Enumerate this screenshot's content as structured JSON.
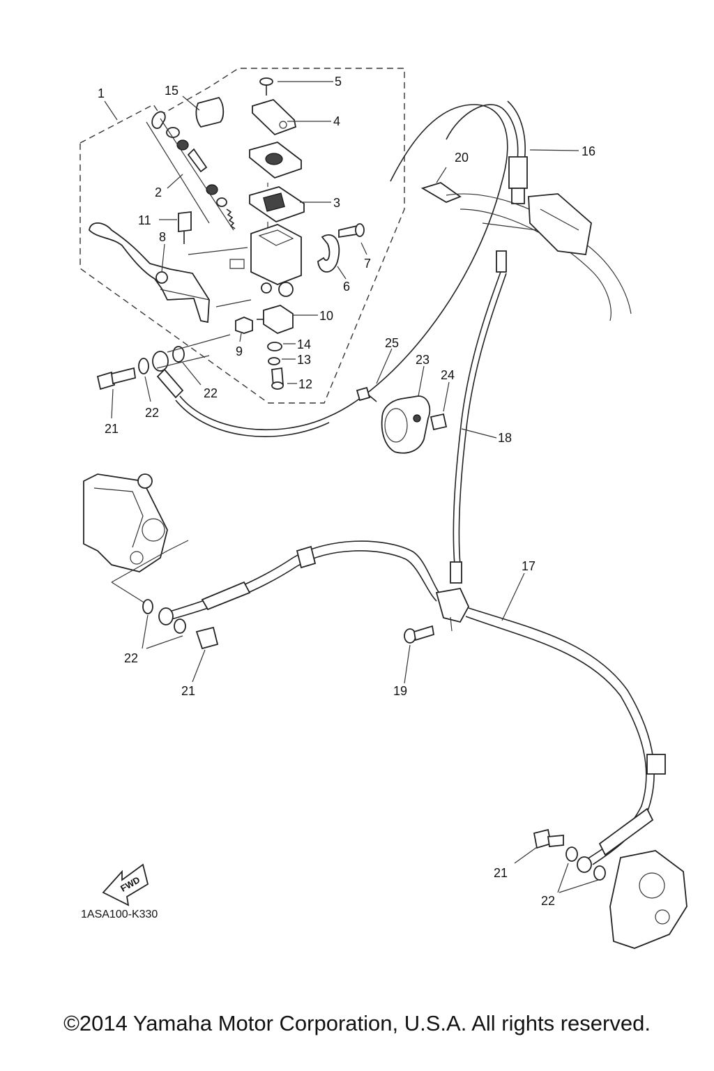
{
  "callouts": {
    "c1": "1",
    "c2": "2",
    "c3": "3",
    "c4": "4",
    "c5": "5",
    "c6": "6",
    "c7": "7",
    "c8": "8",
    "c9": "9",
    "c10": "10",
    "c11": "11",
    "c12": "12",
    "c13": "13",
    "c14": "14",
    "c15": "15",
    "c16": "16",
    "c17": "17",
    "c18": "18",
    "c19": "19",
    "c20": "20",
    "c21": "21",
    "c22": "22",
    "c23": "23",
    "c24": "24",
    "c25": "25"
  },
  "fwd_label": "FWD",
  "diagram_code": "1ASA100-K330",
  "copyright": "©2014 Yamaha Motor Corporation, U.S.A. All rights reserved."
}
